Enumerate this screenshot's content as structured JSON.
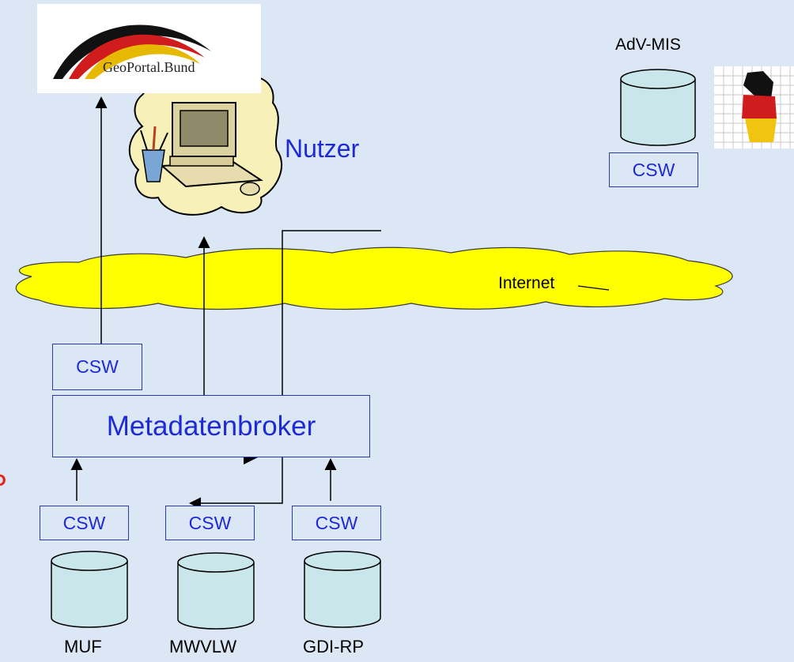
{
  "logo": {
    "text": "GeoPortal.Bund"
  },
  "adv": {
    "title": "AdV-MIS",
    "csw": "CSW"
  },
  "user": {
    "label": "Nutzer"
  },
  "internet": {
    "label": "Internet"
  },
  "broker": {
    "label": "Metadatenbroker",
    "csw": "CSW"
  },
  "partial_red_text": "P",
  "sources": [
    {
      "csw": "CSW",
      "label": "MUF"
    },
    {
      "csw": "CSW",
      "label": "MWVLW"
    },
    {
      "csw": "CSW",
      "label": "GDI-RP"
    }
  ],
  "colors": {
    "background": "#dbe7f4",
    "box_text": "#1d2ad6",
    "cloud": "#ffff00",
    "cylinder": "#c9e7ea"
  }
}
